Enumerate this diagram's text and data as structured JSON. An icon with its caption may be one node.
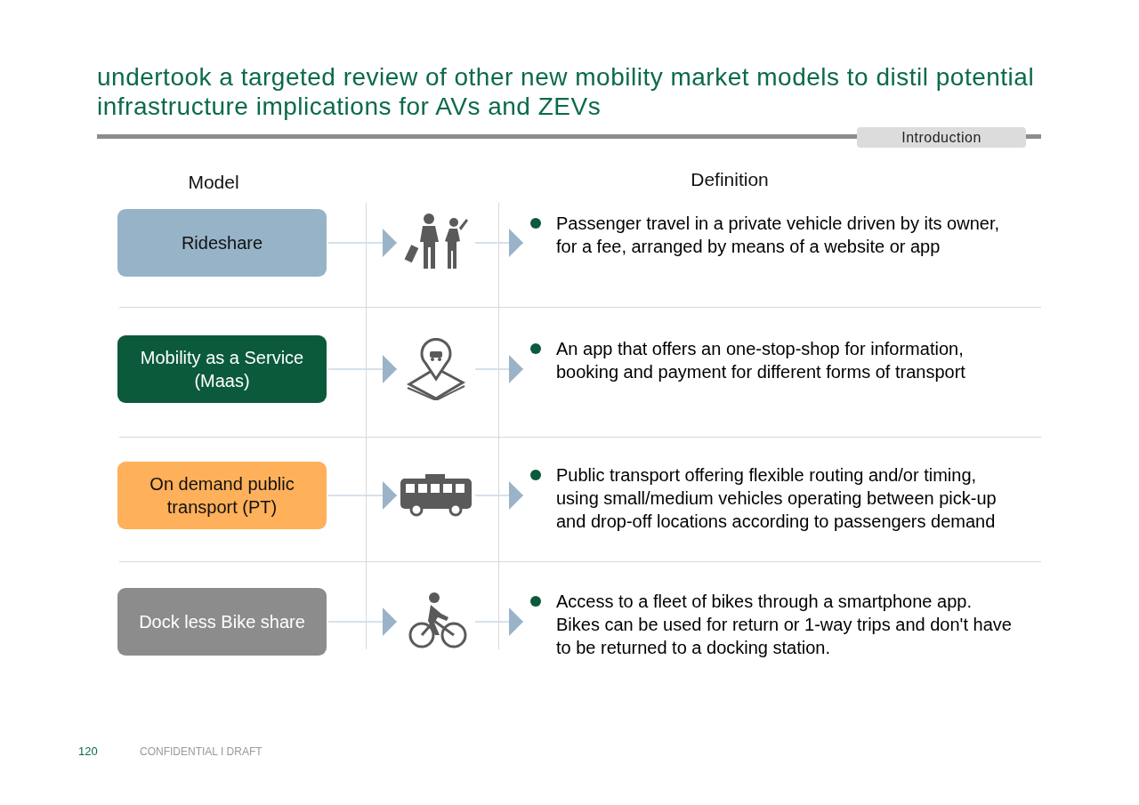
{
  "diagram": {
    "title": "undertook a targeted review of other new mobility market models to distil potential infrastructure implications for AVs and ZEVs",
    "nodes": [
      {
        "text": [
          "Rideshare"
        ]
      },
      {
        "text": [],
        "shape": "picture"
      },
      {
        "text": [
          "Passenger travel in a private vehicle driven by its owner, for a fee, arranged by means of a website or app"
        ]
      },
      {
        "text": [
          "Mobility as a Service (Maas)"
        ]
      },
      {
        "text": [],
        "shape": "picture"
      },
      {
        "text": [
          "An app that offers an one-stop-shop for information, booking and payment for different forms of transport"
        ]
      },
      {
        "text": [
          "On demand public transport (PT)"
        ]
      },
      {
        "text": [],
        "shape": "picture"
      },
      {
        "text": [
          "Public transport offering flexible routing and/or timing, using small/medium vehicles operating between pick-up and drop-off locations according to passengers demand"
        ]
      },
      {
        "text": [
          "Dock less Bike share"
        ]
      },
      {
        "text": [],
        "shape": "picture"
      },
      {
        "text": [
          "Access to a fleet of bikes through a smartphone app. Bikes can be used for return or 1-way trips and don't have to be returned to a docking station."
        ]
      }
    ],
    "edges": [
      {
        "from": 0,
        "to": 1,
        "arrow": "to"
      },
      {
        "from": 1,
        "to": 2,
        "arrow": "to"
      },
      {
        "from": 3,
        "to": 4,
        "arrow": "to"
      },
      {
        "from": 4,
        "to": 5,
        "arrow": "to"
      },
      {
        "from": 6,
        "to": 7,
        "arrow": "to"
      },
      {
        "from": 7,
        "to": 8,
        "arrow": "to"
      },
      {
        "from": 9,
        "to": 10,
        "arrow": "to"
      },
      {
        "from": 10,
        "to": 11,
        "arrow": "to"
      }
    ],
    "labels": [
      "Introduction",
      "Model",
      "Definition",
      "120",
      "CONFIDENTIAL I DRAFT"
    ]
  }
}
